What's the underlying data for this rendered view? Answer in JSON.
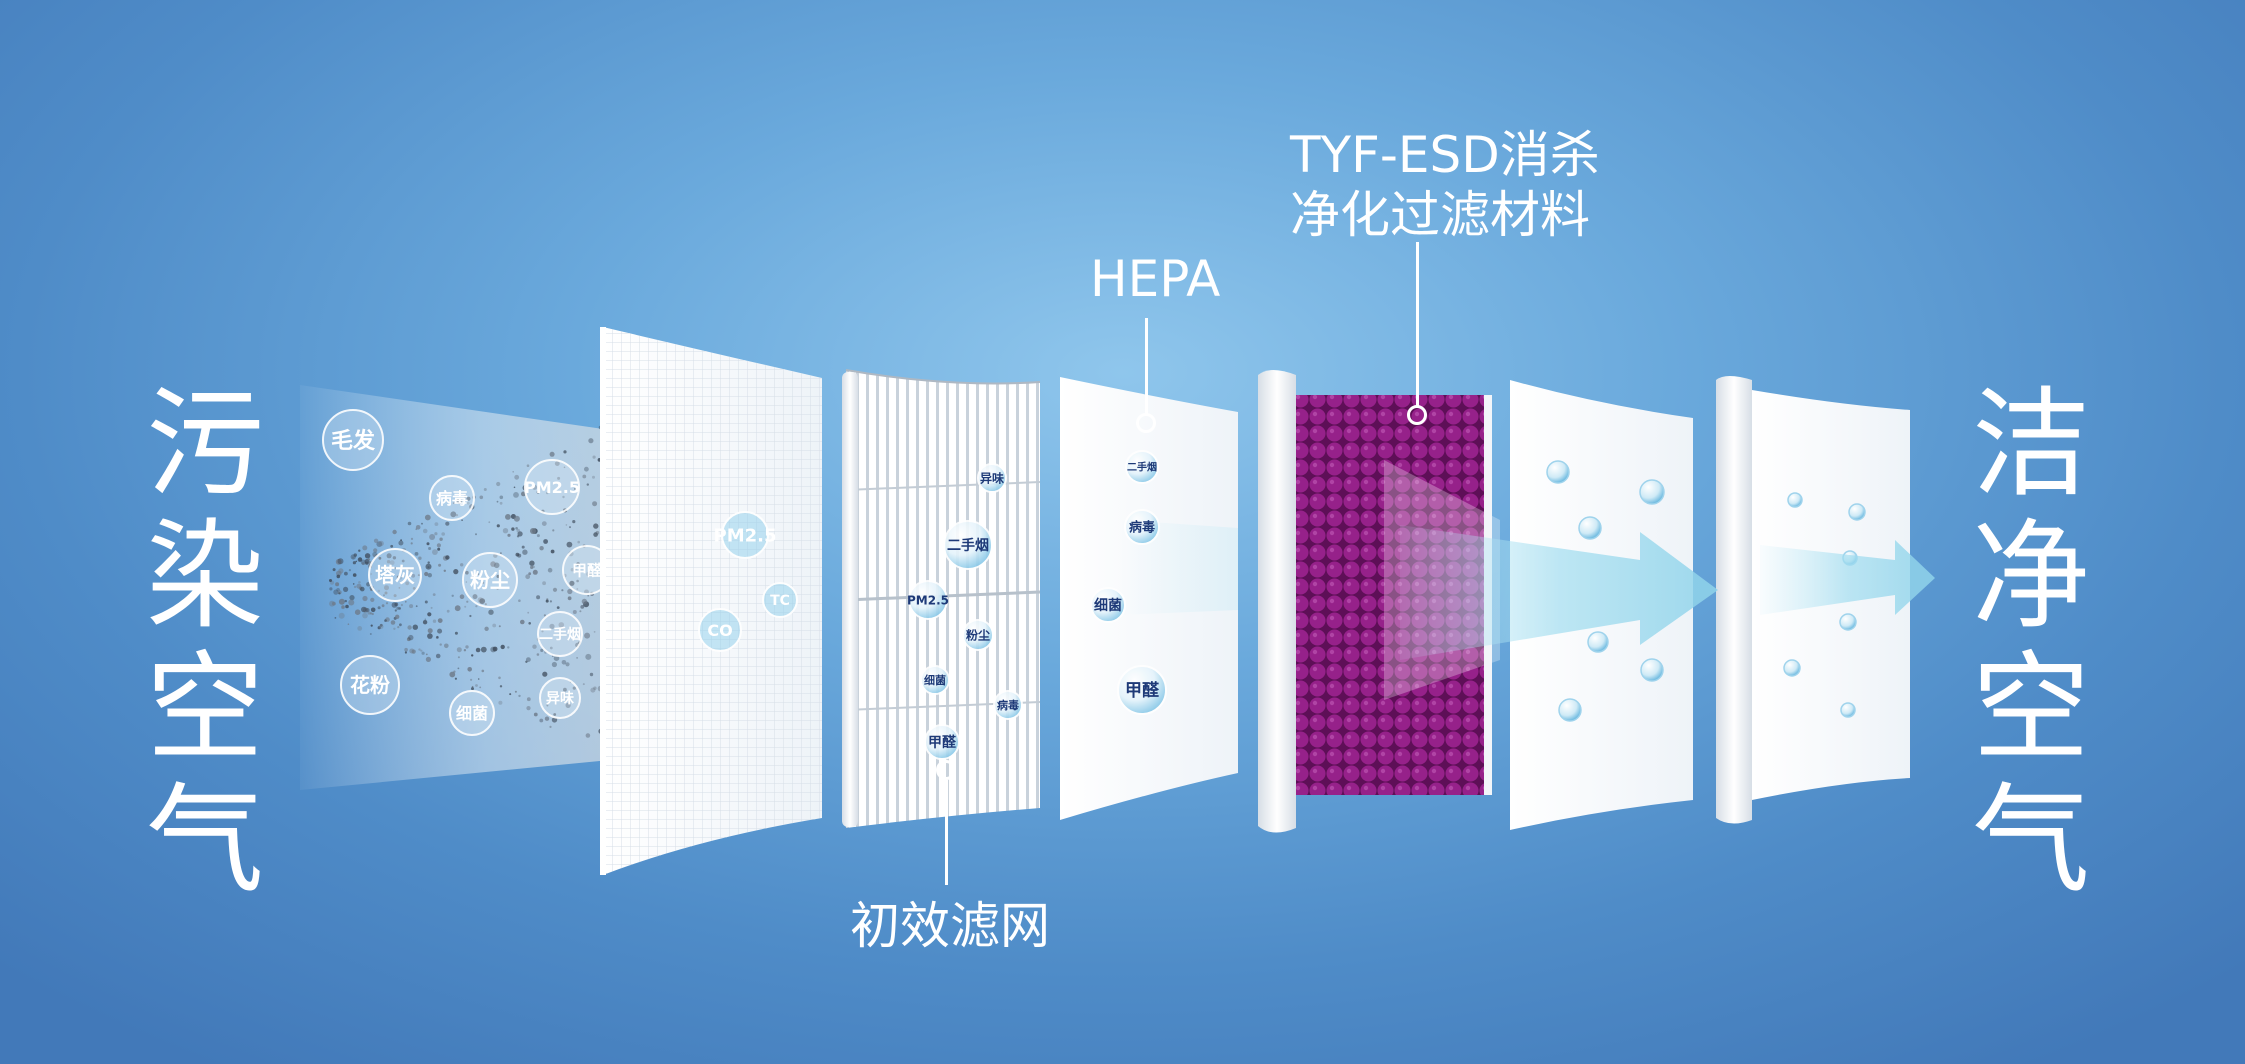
{
  "left_title": [
    "污",
    "染",
    "空",
    "气"
  ],
  "right_title": [
    "洁",
    "净",
    "空",
    "气"
  ],
  "labels": {
    "hepa": "HEPA",
    "tyf_line1": "TYF-ESD消杀",
    "tyf_line2": "净化过滤材料",
    "prefilter": "初效滤网"
  },
  "pollutant_bubbles": [
    "毛发",
    "病毒",
    "PM2.5",
    "塔灰",
    "粉尘",
    "甲醛",
    "二手烟",
    "花粉",
    "细菌",
    "异味"
  ],
  "layer1_bubbles": [
    "PM2.5",
    "TC",
    "CO"
  ],
  "layer2_bubbles": [
    "异味",
    "二手烟",
    "PM2.5",
    "粉尘",
    "细菌",
    "病毒",
    "甲醛"
  ],
  "hepa_bubbles": [
    "二手烟",
    "病毒",
    "细菌",
    "甲醛"
  ],
  "colors": {
    "tyf_material": "#8a1a7e",
    "bubble_text": "#1e3a78",
    "arrow": "#a9dff0"
  }
}
